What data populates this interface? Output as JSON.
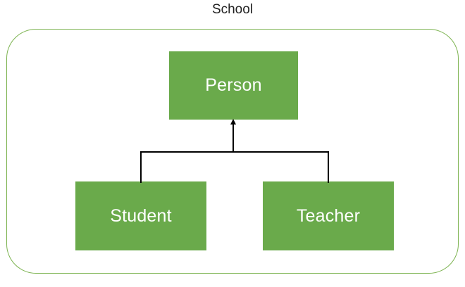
{
  "diagram": {
    "title": "School",
    "nodes": [
      {
        "id": "person",
        "label": "Person"
      },
      {
        "id": "student",
        "label": "Student"
      },
      {
        "id": "teacher",
        "label": "Teacher"
      }
    ],
    "relations": [
      {
        "from": "Student",
        "to": "Person",
        "style": "arrow-up"
      },
      {
        "from": "Teacher",
        "to": "Person",
        "style": "arrow-up"
      }
    ],
    "colors": {
      "node_fill": "#6aaa4b",
      "node_text": "#ffffff",
      "container_border": "#7cb350",
      "connector": "#000000",
      "title_text": "#212121"
    }
  }
}
